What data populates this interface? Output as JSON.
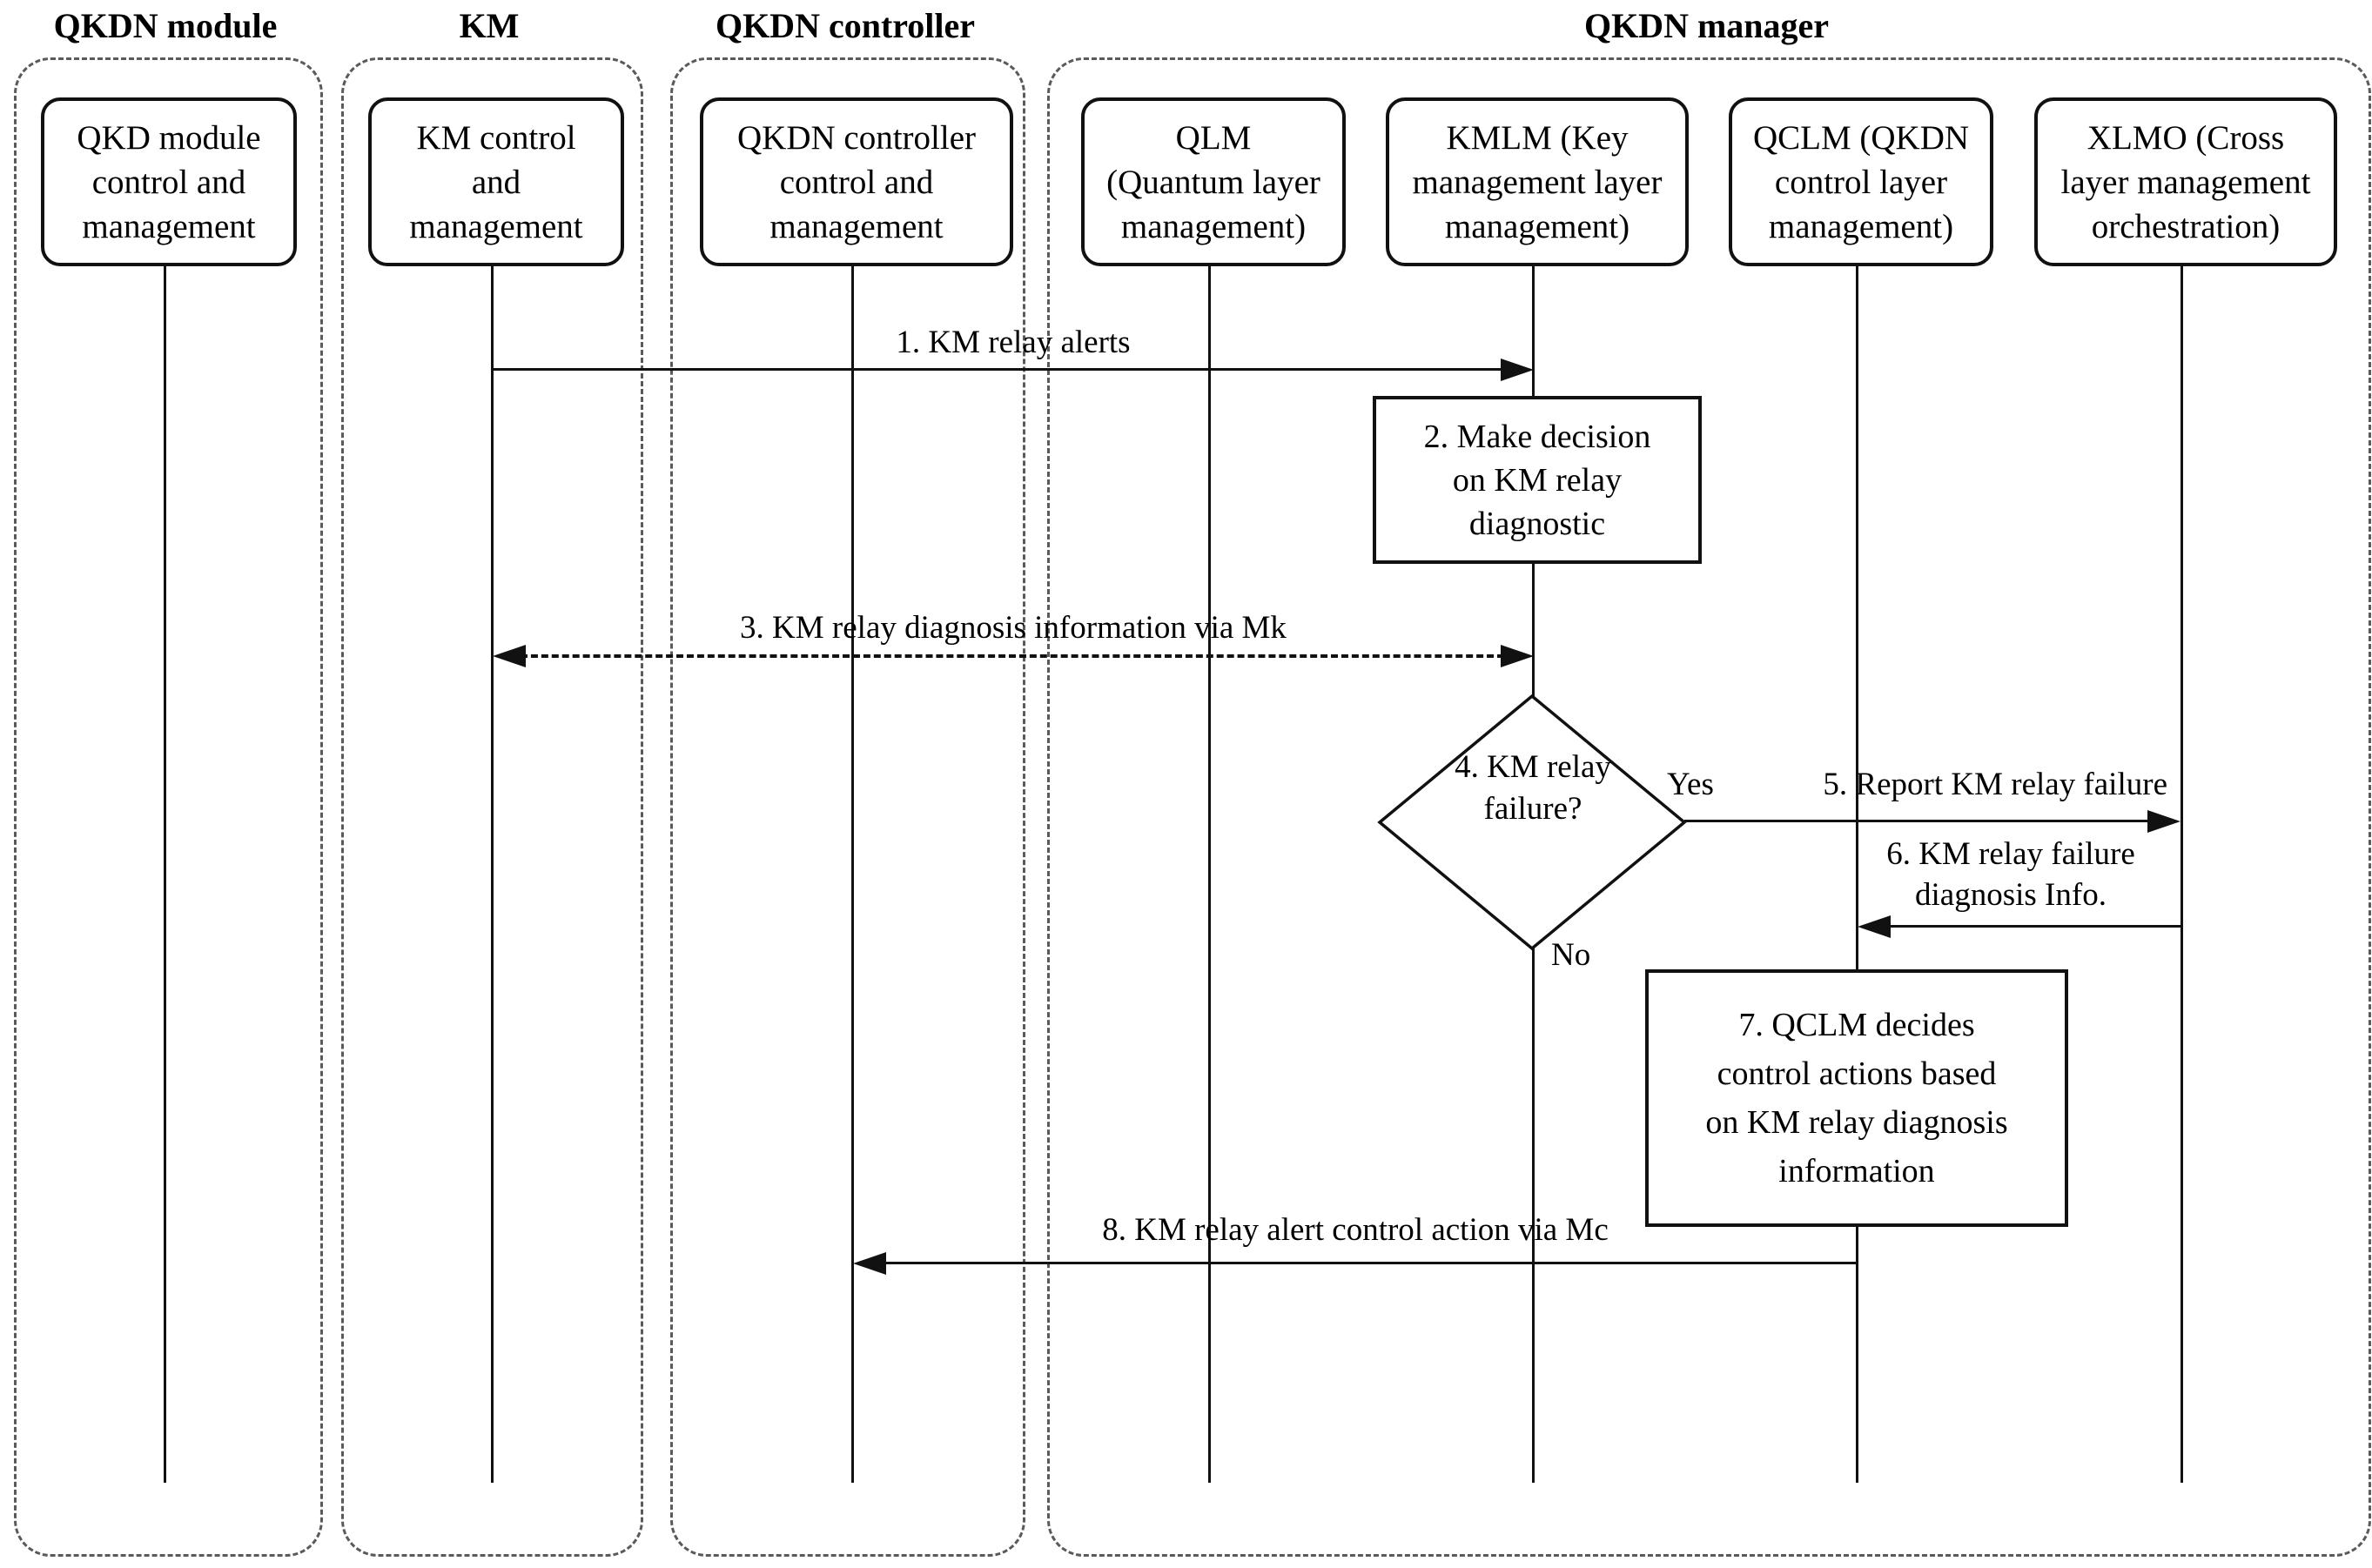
{
  "diagram": {
    "kind": "sequence-diagram",
    "groups": [
      {
        "label": "QKDN module"
      },
      {
        "label": "KM"
      },
      {
        "label": "QKDN controller"
      },
      {
        "label": "QKDN manager"
      }
    ],
    "actors": [
      {
        "label": "QKD module\ncontrol and\nmanagement"
      },
      {
        "label": "KM control\nand\nmanagement"
      },
      {
        "label": "QKDN controller\ncontrol and\nmanagement"
      },
      {
        "label": "QLM\n(Quantum layer\nmanagement)"
      },
      {
        "label": "KMLM (Key\nmanagement layer\nmanagement)"
      },
      {
        "label": "QCLM (QKDN\ncontrol layer\nmanagement)"
      },
      {
        "label": "XLMO (Cross\nlayer management\norchestration)"
      }
    ],
    "messages": {
      "msg1": {
        "label": "1. KM relay alerts",
        "from": "KM control and management",
        "to": "KMLM"
      },
      "step2": {
        "label": "2. Make decision\non KM relay\ndiagnostic"
      },
      "msg3": {
        "label": "3. KM relay diagnosis information via Mk",
        "from": "KMLM",
        "to": "KM control and management"
      },
      "decision4": {
        "label": "4. KM relay\nfailure?",
        "yes_label": "Yes",
        "no_label": "No"
      },
      "msg5": {
        "label": "5. Report KM relay failure",
        "from": "KMLM",
        "to": "XLMO"
      },
      "msg6": {
        "label": "6. KM relay failure\ndiagnosis Info.",
        "from": "XLMO",
        "to": "QCLM"
      },
      "step7": {
        "label": "7. QCLM decides\ncontrol actions based\non KM relay diagnosis\ninformation"
      },
      "msg8": {
        "label": "8. KM relay alert control action via Mc",
        "from": "QCLM",
        "to": "QKDN controller control and management"
      }
    }
  }
}
